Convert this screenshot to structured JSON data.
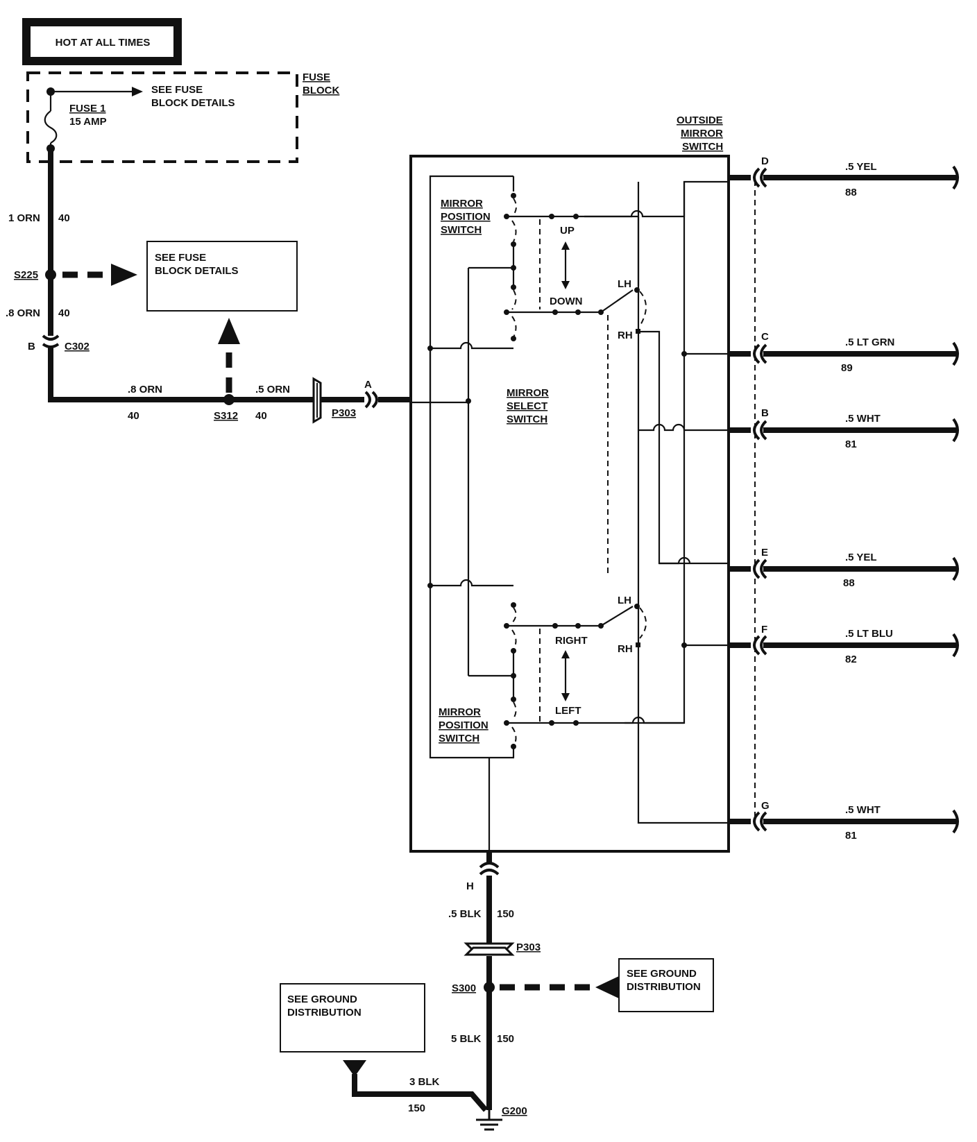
{
  "power": {
    "hot_label": "HOT AT ALL TIMES",
    "fuse_block_label_1": "FUSE",
    "fuse_block_label_2": "BLOCK",
    "fuse_name": "FUSE 1",
    "fuse_rating": "15 AMP",
    "fuse_details_1": "SEE FUSE",
    "fuse_details_2": "BLOCK DETAILS"
  },
  "left_feed": {
    "wire1_gauge": "1 ORN",
    "wire1_circuit": "40",
    "splice_s225": "S225",
    "see_fuse_box_1": "SEE FUSE",
    "see_fuse_box_2": "BLOCK DETAILS",
    "wire2_gauge": ".8 ORN",
    "wire2_circuit": "40",
    "conn_c302_pin": "B",
    "conn_c302": "C302",
    "wire3_gauge": ".8 ORN",
    "wire3_circuit": "40",
    "splice_s312": "S312",
    "wire4_gauge": ".5 ORN",
    "wire4_circuit": "40",
    "conn_p303": "P303",
    "pin_a": "A"
  },
  "switch": {
    "outside_1": "OUTSIDE",
    "outside_2": "MIRROR",
    "outside_3": "SWITCH",
    "pos_top_1": "MIRROR",
    "pos_top_2": "POSITION",
    "pos_top_3": "SWITCH",
    "pos_bot_1": "MIRROR",
    "pos_bot_2": "POSITION",
    "pos_bot_3": "SWITCH",
    "select_1": "MIRROR",
    "select_2": "SELECT",
    "select_3": "SWITCH",
    "up": "UP",
    "down": "DOWN",
    "right": "RIGHT",
    "left": "LEFT",
    "lh_top": "LH",
    "rh_top": "RH",
    "lh_bot": "LH",
    "rh_bot": "RH"
  },
  "outputs": [
    {
      "pin": "D",
      "wire": ".5 YEL",
      "circuit": "88"
    },
    {
      "pin": "C",
      "wire": ".5 LT GRN",
      "circuit": "89"
    },
    {
      "pin": "B",
      "wire": ".5 WHT",
      "circuit": "81"
    },
    {
      "pin": "E",
      "wire": ".5 YEL",
      "circuit": "88"
    },
    {
      "pin": "F",
      "wire": ".5 LT BLU",
      "circuit": "82"
    },
    {
      "pin": "G",
      "wire": ".5 WHT",
      "circuit": "81"
    }
  ],
  "ground": {
    "pin_h": "H",
    "wire1_gauge": ".5 BLK",
    "wire1_circuit": "150",
    "conn_p303": "P303",
    "splice_s300": "S300",
    "see_ground_right_1": "SEE GROUND",
    "see_ground_right_2": "DISTRIBUTION",
    "see_ground_left_1": "SEE GROUND",
    "see_ground_left_2": "DISTRIBUTION",
    "wire2_gauge": "5 BLK",
    "wire2_circuit": "150",
    "wire3_gauge": "3 BLK",
    "wire3_circuit": "150",
    "g200": "G200"
  }
}
